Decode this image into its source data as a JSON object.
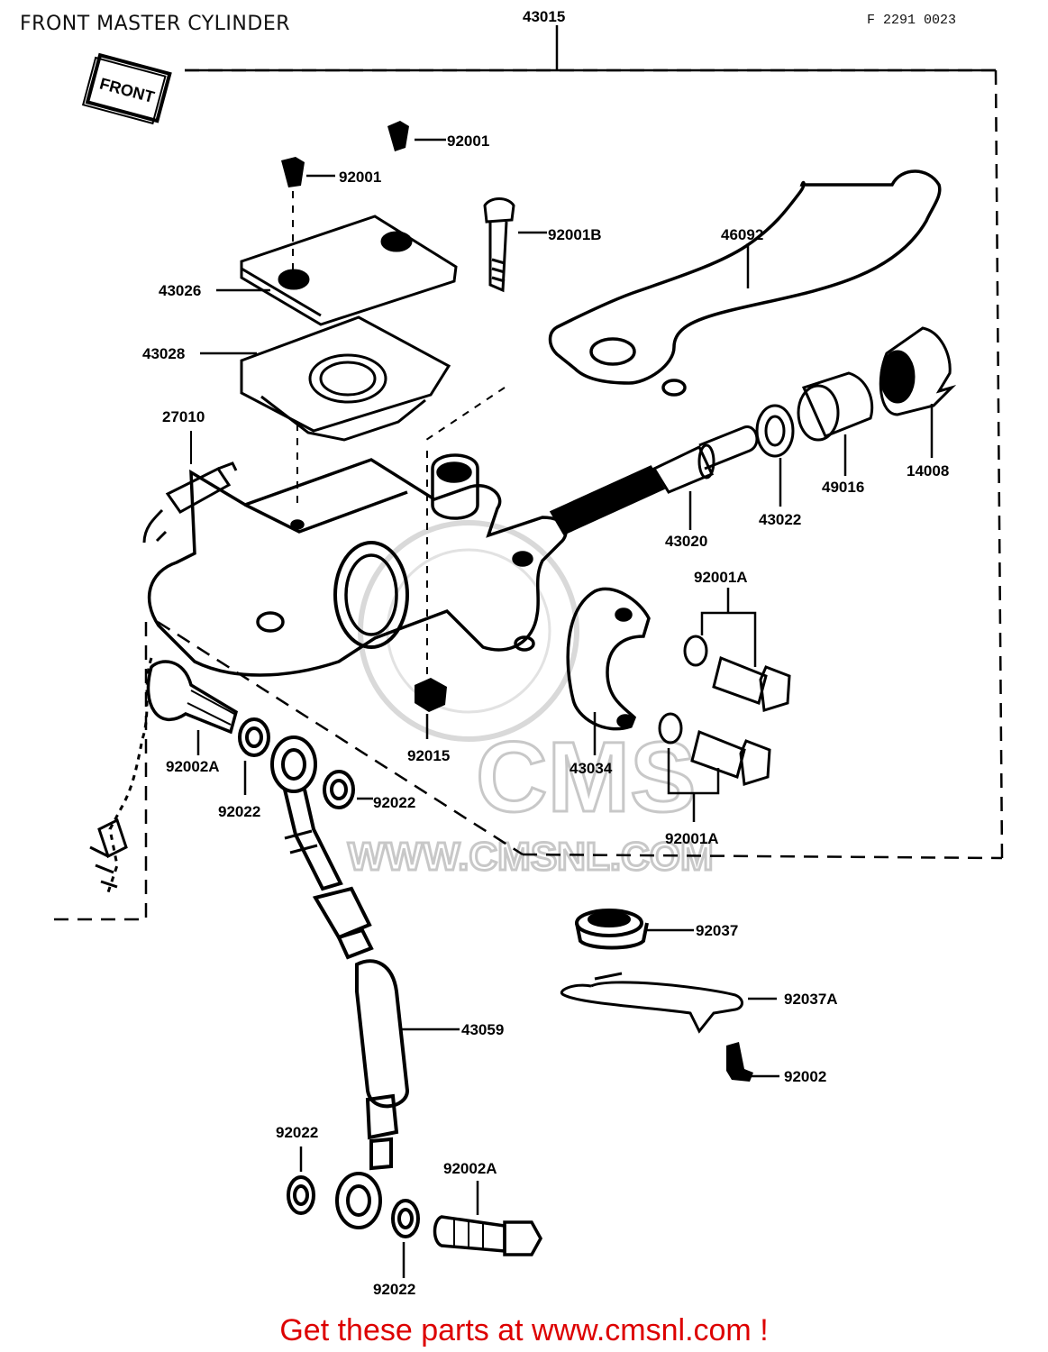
{
  "header": {
    "title": "FRONT MASTER CYLINDER",
    "drawing_code": "F 2291 0023"
  },
  "front_tag": "FRONT",
  "watermark": {
    "logo_text": "CMS",
    "url_text": "WWW.CMSNL.COM"
  },
  "parts": [
    {
      "id": "p43015",
      "label": "43015"
    },
    {
      "id": "p92001-top",
      "label": "92001"
    },
    {
      "id": "p92001-left",
      "label": "92001"
    },
    {
      "id": "p92001B",
      "label": "92001B"
    },
    {
      "id": "p46092",
      "label": "46092"
    },
    {
      "id": "p43026",
      "label": "43026"
    },
    {
      "id": "p43028",
      "label": "43028"
    },
    {
      "id": "p27010",
      "label": "27010"
    },
    {
      "id": "p43020",
      "label": "43020"
    },
    {
      "id": "p43022",
      "label": "43022"
    },
    {
      "id": "p49016",
      "label": "49016"
    },
    {
      "id": "p14008",
      "label": "14008"
    },
    {
      "id": "p92001A-top",
      "label": "92001A"
    },
    {
      "id": "p92001A-bottom",
      "label": "92001A"
    },
    {
      "id": "p92015",
      "label": "92015"
    },
    {
      "id": "p43034",
      "label": "43034"
    },
    {
      "id": "p92002A-left",
      "label": "92002A"
    },
    {
      "id": "p92022-a",
      "label": "92022"
    },
    {
      "id": "p92022-b",
      "label": "92022"
    },
    {
      "id": "p92037",
      "label": "92037"
    },
    {
      "id": "p92037A",
      "label": "92037A"
    },
    {
      "id": "p92002",
      "label": "92002"
    },
    {
      "id": "p43059",
      "label": "43059"
    },
    {
      "id": "p92022-c",
      "label": "92022"
    },
    {
      "id": "p92002A-bottom",
      "label": "92002A"
    },
    {
      "id": "p92022-d",
      "label": "92022"
    }
  ],
  "footer": {
    "text": "Get these parts at www.cmsnl.com !",
    "color": "#dd0000"
  }
}
